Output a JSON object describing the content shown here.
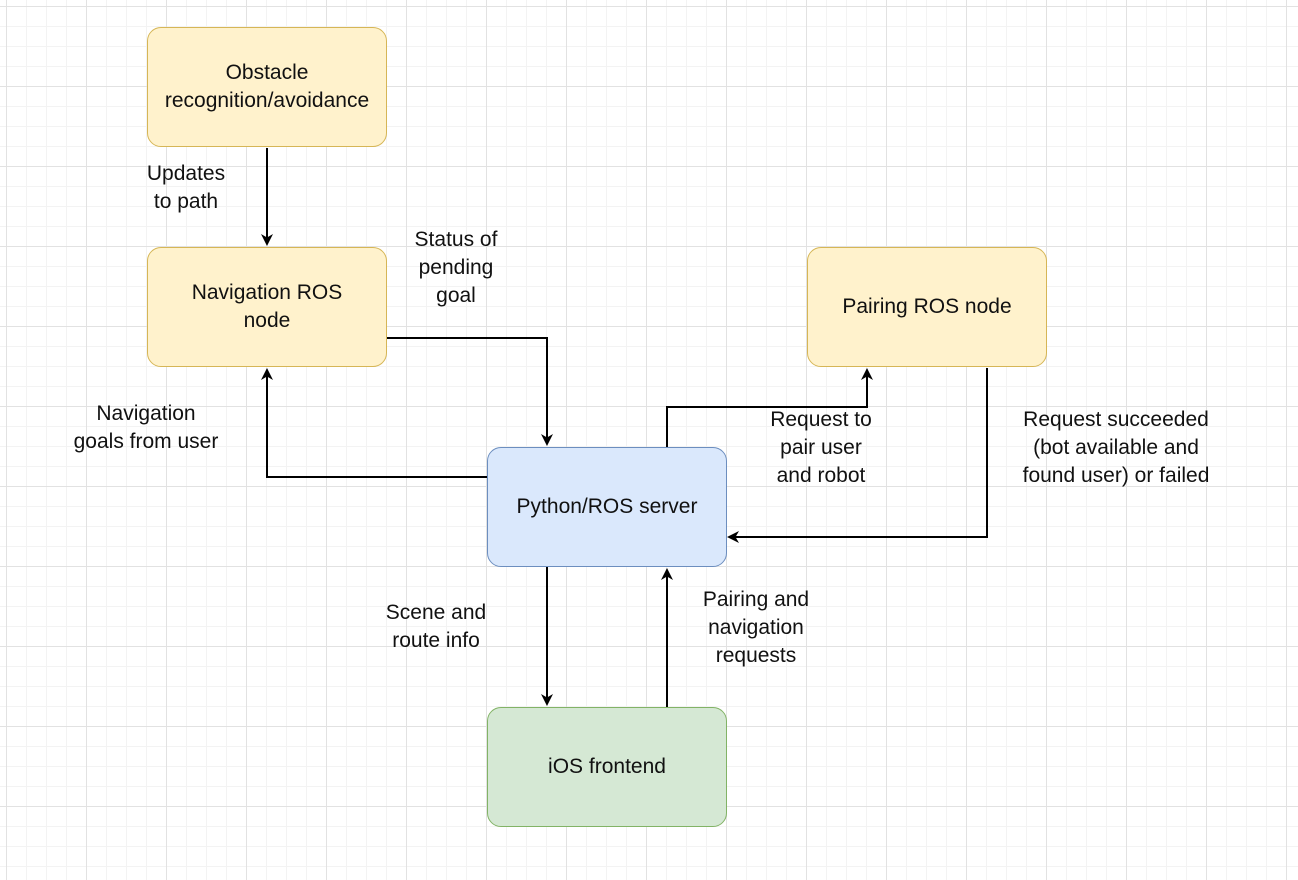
{
  "colors": {
    "yellow_fill": "#fff2cc",
    "yellow_stroke": "#d6b656",
    "blue_fill": "#dae8fc",
    "blue_stroke": "#6c8ebf",
    "green_fill": "#d5e8d4",
    "green_stroke": "#82b366",
    "edge": "#000000"
  },
  "nodes": {
    "obstacle": "Obstacle\nrecognition/avoidance",
    "navigation": "Navigation ROS\nnode",
    "pairing": "Pairing ROS node",
    "server": "Python/ROS server",
    "ios": "iOS frontend"
  },
  "edges": {
    "updates_to_path": "Updates\nto path",
    "status_of_pending_goal": "Status of\npending\ngoal",
    "navigation_goals_from_user": "Navigation\ngoals from user",
    "request_to_pair": "Request to\npair user\nand robot",
    "request_result": "Request succeeded\n(bot available and\nfound user) or failed",
    "scene_and_route_info": "Scene and\nroute info",
    "pairing_and_navigation_requests": "Pairing and\nnavigation\nrequests"
  }
}
